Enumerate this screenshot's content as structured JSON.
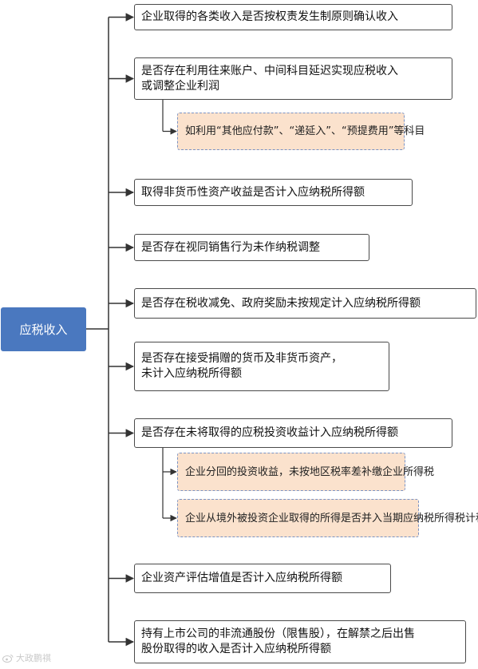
{
  "root": {
    "label": "应税收入"
  },
  "items": [
    {
      "lines": [
        "企业取得的各类收入是否按权责发生制原则确认收入"
      ]
    },
    {
      "lines": [
        "是否存在利用往来账户、中间科目延迟实现应税收入",
        "或调整企业利润"
      ],
      "children": [
        {
          "lines": [
            "如利用“其他应付款”、“递延入”、",
            "“预提费用”等科目"
          ]
        }
      ]
    },
    {
      "lines": [
        "取得非货币性资产收益是否计入应纳税所得额"
      ]
    },
    {
      "lines": [
        "是否存在视同销售行为未作纳税调整"
      ]
    },
    {
      "lines": [
        "是否存在税收减免、政府奖励未按规定计入应纳税所得额"
      ]
    },
    {
      "lines": [
        "是否存在接受捐赠的货币及非货币资产，",
        "未计入应纳税所得额"
      ]
    },
    {
      "lines": [
        "是否存在未将取得的应税投资收益计入应纳税所得额"
      ],
      "children": [
        {
          "lines": [
            "企业分回的投资收益，未按地区税率差",
            "补缴企业所得税"
          ]
        },
        {
          "lines": [
            "企业从境外被投资企业取得的所得是否并",
            "入当期应纳税所得税计税"
          ]
        }
      ]
    },
    {
      "lines": [
        "企业资产评估增值是否计入应纳税所得额"
      ]
    },
    {
      "lines": [
        "持有上市公司的非流通股份（限售股），在解禁之后出售",
        "股份取得的收入是否计入应纳税所得额"
      ]
    }
  ],
  "watermark": {
    "text": "大政鹏祺",
    "icon": "weibo-icon"
  },
  "colors": {
    "root": "#4a78bf",
    "line": "#333333",
    "sub_fill": "#fbe2cd",
    "sub_border": "#7a93c4"
  }
}
